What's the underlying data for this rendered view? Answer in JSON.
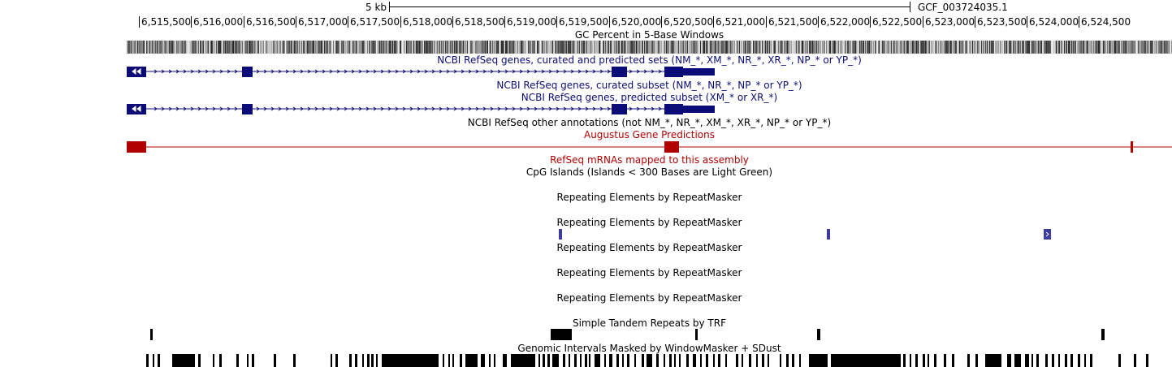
{
  "scale": {
    "label": "5 kb",
    "assembly": "GCF_003724035.1"
  },
  "ruler": {
    "positions": [
      "6,515,500",
      "6,516,000",
      "6,516,500",
      "6,517,000",
      "6,517,500",
      "6,518,000",
      "6,518,500",
      "6,519,000",
      "6,519,500",
      "6,520,000",
      "6,520,500",
      "6,521,000",
      "6,521,500",
      "6,522,000",
      "6,522,500",
      "6,523,000",
      "6,523,500",
      "6,524,000",
      "6,524,500"
    ]
  },
  "tracks": {
    "gc_percent": "GC Percent in 5-Base Windows",
    "refseq_all": "NCBI RefSeq genes, curated and predicted sets (NM_*, XM_*, NR_*, XR_*, NP_* or YP_*)",
    "refseq_curated": "NCBI RefSeq genes, curated subset (NM_*, NR_*, NP_* or YP_*)",
    "refseq_predicted": "NCBI RefSeq genes, predicted subset (XM_* or XR_*)",
    "refseq_other": "NCBI RefSeq other annotations (not NM_*, NR_*, XM_*, XR_*, NP_* or YP_*)",
    "augustus": "Augustus Gene Predictions",
    "refseq_mrna": "RefSeq mRNAs mapped to this assembly",
    "cpg": "CpG Islands (Islands < 300 Bases are Light Green)",
    "rmsk_1": "Repeating Elements by RepeatMasker",
    "rmsk_2": "Repeating Elements by RepeatMasker",
    "rmsk_3": "Repeating Elements by RepeatMasker",
    "rmsk_4": "Repeating Elements by RepeatMasker",
    "rmsk_5": "Repeating Elements by RepeatMasker",
    "trf": "Simple Tandem Repeats by TRF",
    "windowmasker": "Genomic Intervals Masked by WindowMasker + SDust"
  },
  "colors": {
    "gene": "#0c0c78",
    "augustus": "#b00000",
    "repeat": "#3c3ca0",
    "label_blue": "#0c0c78",
    "label_red": "#b00000",
    "black": "#000000"
  }
}
